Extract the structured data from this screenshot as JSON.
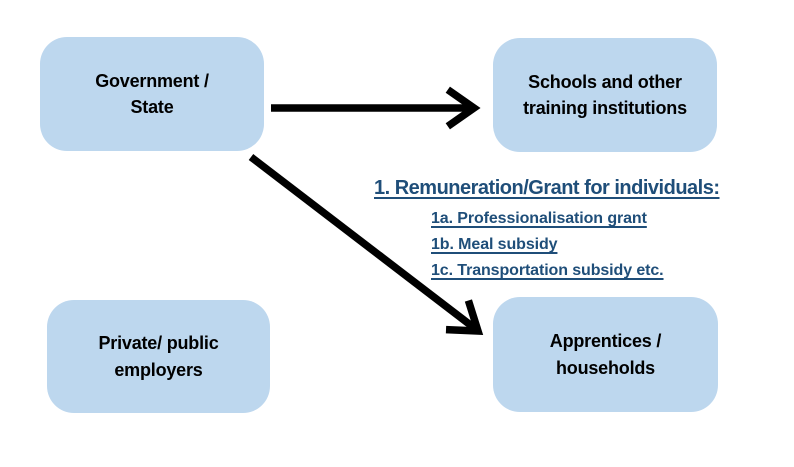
{
  "diagram": {
    "colors": {
      "node_fill": "#BDD7EE",
      "node_text": "#000000",
      "arrow": "#000000",
      "annotation_text": "#1F4E79",
      "background": "#FFFFFF"
    },
    "nodes": {
      "government": {
        "label": "Government /\nState"
      },
      "schools": {
        "label": "Schools and other\ntraining institutions"
      },
      "employers": {
        "label": "Private/ public\nemployers"
      },
      "apprentices": {
        "label": "Apprentices /\nhouseholds"
      }
    },
    "edges": [
      {
        "from": "government",
        "to": "schools"
      },
      {
        "from": "government",
        "to": "apprentices"
      }
    ],
    "annotation": {
      "heading": "1. Remuneration/Grant for individuals:",
      "items": [
        "1a. Professionalisation grant",
        "1b. Meal subsidy",
        "1c. Transportation subsidy etc."
      ]
    }
  }
}
